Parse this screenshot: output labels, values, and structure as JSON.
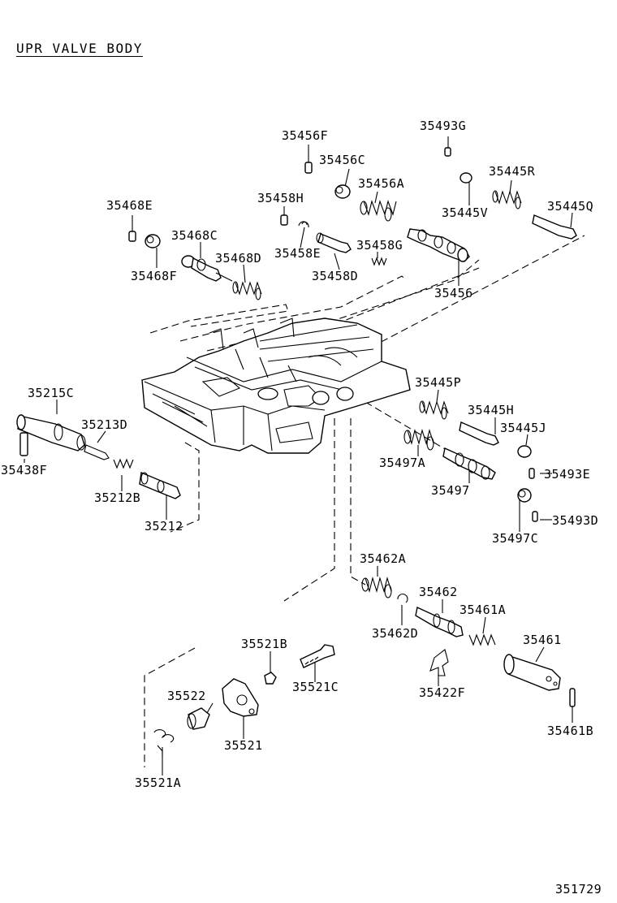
{
  "title": "UPR VALVE BODY",
  "illustration_number": "351729",
  "part_labels": {
    "p35456F": "35456F",
    "p35493G": "35493G",
    "p35456C": "35456C",
    "p35456A": "35456A",
    "p35445R": "35445R",
    "p35458H": "35458H",
    "p35468E": "35468E",
    "p35445V": "35445V",
    "p35445Q": "35445Q",
    "p35468C": "35468C",
    "p35458E": "35458E",
    "p35468D": "35468D",
    "p35458G": "35458G",
    "p35468F": "35468F",
    "p35458D": "35458D",
    "p35456": "35456",
    "p35215C": "35215C",
    "p35213D": "35213D",
    "p35438F": "35438F",
    "p35212B": "35212B",
    "p35212": "35212",
    "p35445P": "35445P",
    "p35445H": "35445H",
    "p35445J": "35445J",
    "p35497A": "35497A",
    "p35493E": "35493E",
    "p35497": "35497",
    "p35493D": "35493D",
    "p35497C": "35497C",
    "p35462A": "35462A",
    "p35462": "35462",
    "p35461A": "35461A",
    "p35462D": "35462D",
    "p35461": "35461",
    "p35521B": "35521B",
    "p35521C": "35521C",
    "p35422F": "35422F",
    "p35522": "35522",
    "p35521": "35521",
    "p35461B": "35461B",
    "p35521A": "35521A"
  }
}
